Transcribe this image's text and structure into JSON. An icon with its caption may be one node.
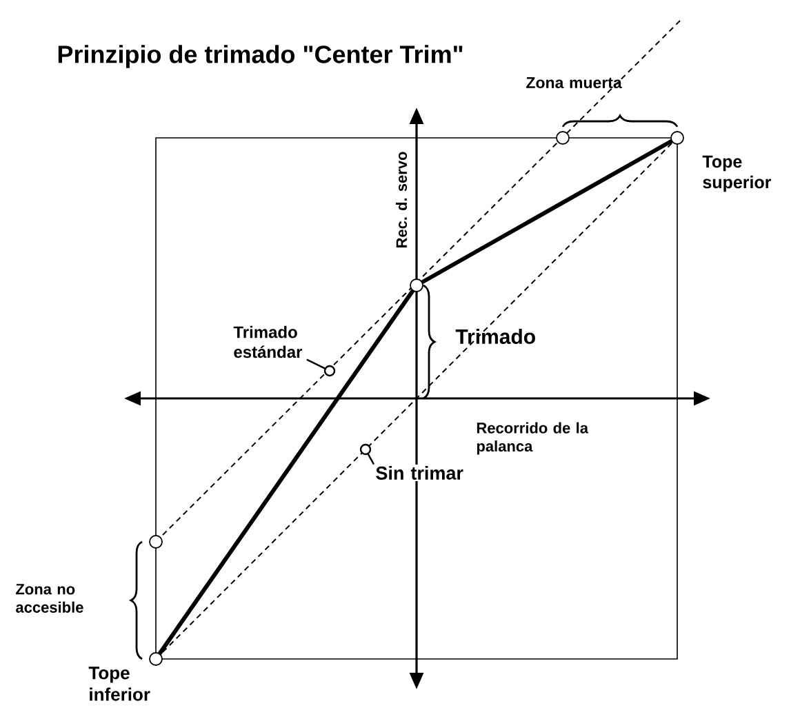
{
  "diagram": {
    "title": "Prinzipio de trimado \"Center Trim\"",
    "nodes": [
      {
        "text": [
          "Trimado estándar"
        ]
      },
      {
        "text": [
          "Sin trimar"
        ]
      }
    ],
    "edges": [
      {
        "from": 0,
        "to": null,
        "arrow": "other"
      },
      {
        "from": 1,
        "to": null,
        "arrow": "other"
      }
    ],
    "labels": [
      "Zona muerta",
      "Tope superior",
      "Rec. d. servo",
      "Trimado",
      "Recorrido de la palanca",
      "Zona no accesible",
      "Tope inferior"
    ]
  }
}
